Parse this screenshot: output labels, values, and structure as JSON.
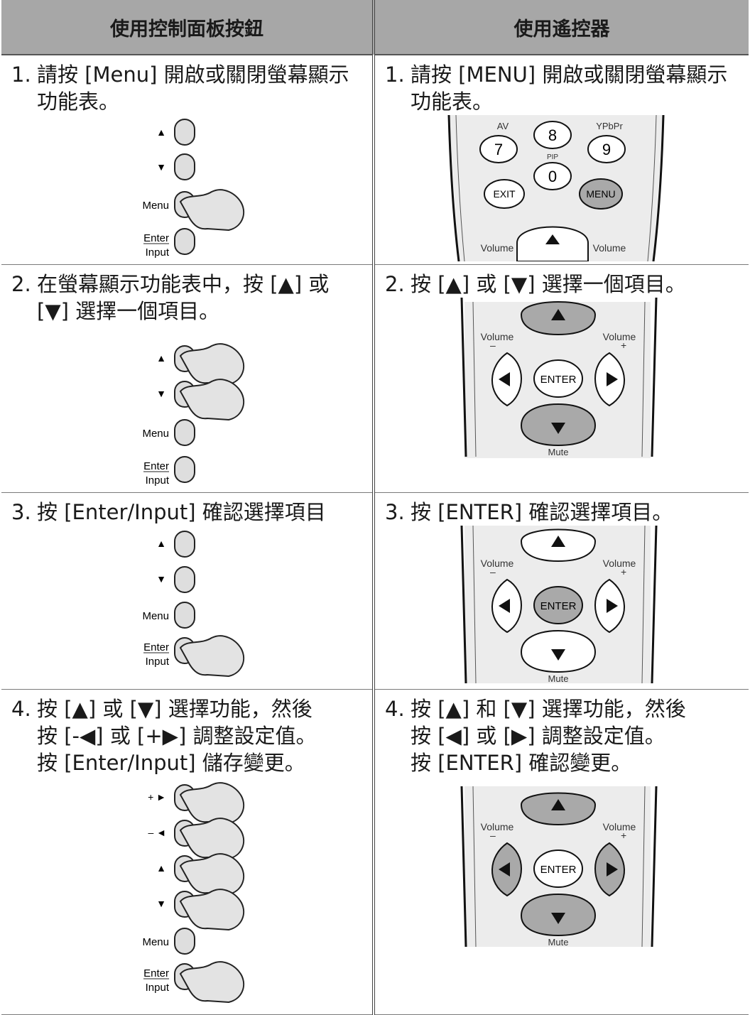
{
  "header": {
    "col_panel": "使用控制面板按鈕",
    "col_remote": "使用遙控器"
  },
  "steps": [
    {
      "panel": {
        "num": "1.",
        "text": "請按 [Menu] 開啟或關閉螢幕顯示功能表。"
      },
      "remote": {
        "num": "1.",
        "text": "請按 [MENU] 開啟或關閉螢幕顯示功能表。"
      }
    },
    {
      "panel": {
        "num": "2.",
        "text": "在螢幕顯示功能表中，按 [▲] 或 [▼] 選擇一個項目。"
      },
      "remote": {
        "num": "2.",
        "text": "按 [▲] 或 [▼] 選擇一個項目。"
      }
    },
    {
      "panel": {
        "num": "3.",
        "text": "按 [Enter/Input] 確認選擇項目"
      },
      "remote": {
        "num": "3.",
        "text": "按 [ENTER] 確認選擇項目。"
      }
    },
    {
      "panel": {
        "num": "4.",
        "lines": [
          "按 [▲] 或 [▼] 選擇功能，然後",
          "按 [-◀] 或 [+▶] 調整設定值。",
          "按 [Enter/Input] 儲存變更。"
        ]
      },
      "remote": {
        "num": "4.",
        "lines": [
          "按 [▲] 和 [▼] 選擇功能，然後",
          "按 [◀] 或 [▶] 調整設定值。",
          "按 [ENTER] 確認變更。"
        ]
      }
    }
  ],
  "panel_buttons": {
    "up": "▲",
    "down": "▼",
    "plus": "+ ►",
    "minus": "– ◄",
    "menu": "Menu",
    "enter": "Enter",
    "input": "Input"
  },
  "remote_labels": {
    "av": "AV",
    "ypbpr": "YPbPr",
    "pip": "PIP",
    "key_7": "7",
    "key_8": "8",
    "key_9": "9",
    "key_0": "0",
    "exit": "EXIT",
    "menu": "MENU",
    "volume": "Volume",
    "enter": "ENTER",
    "mute": "Mute",
    "minus": "–",
    "plus": "+"
  },
  "colors": {
    "header_bg": "#a7a7a7",
    "button_fill": "#dedede",
    "highlight_fill": "#a9a9a9",
    "remote_body": "#ececec"
  }
}
